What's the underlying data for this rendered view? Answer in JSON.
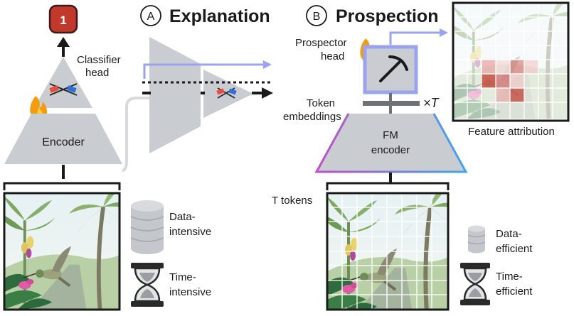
{
  "left": {
    "output_badge": "1",
    "classifier_label_line1": "Classifier",
    "classifier_label_line2": "head",
    "encoder_label": "Encoder",
    "data_label_line1": "Data-",
    "data_label_line2": "intensive",
    "time_label_line1": "Time-",
    "time_label_line2": "intensive"
  },
  "explanation": {
    "letter": "A",
    "title": "Explanation"
  },
  "prospection": {
    "letter": "B",
    "title": "Prospection",
    "prospector_line1": "Prospector",
    "prospector_line2": "head",
    "token_line1": "Token",
    "token_line2": "embeddings",
    "multiplier": "×T",
    "fm_line1": "FM",
    "fm_line2": "encoder",
    "tokens_label": "T tokens",
    "feature_attribution": "Feature attribution",
    "data_label_line1": "Data-",
    "data_label_line2": "efficient",
    "time_label_line1": "Time-",
    "time_label_line2": "efficient"
  },
  "colors": {
    "gray": "#c9ccd0",
    "arrow_blue": "#9aa3ee",
    "badge_red": "#c0392b",
    "flame": "#f39c12",
    "grad_start": "#c04fc8",
    "grad_end": "#3fa6ea"
  }
}
